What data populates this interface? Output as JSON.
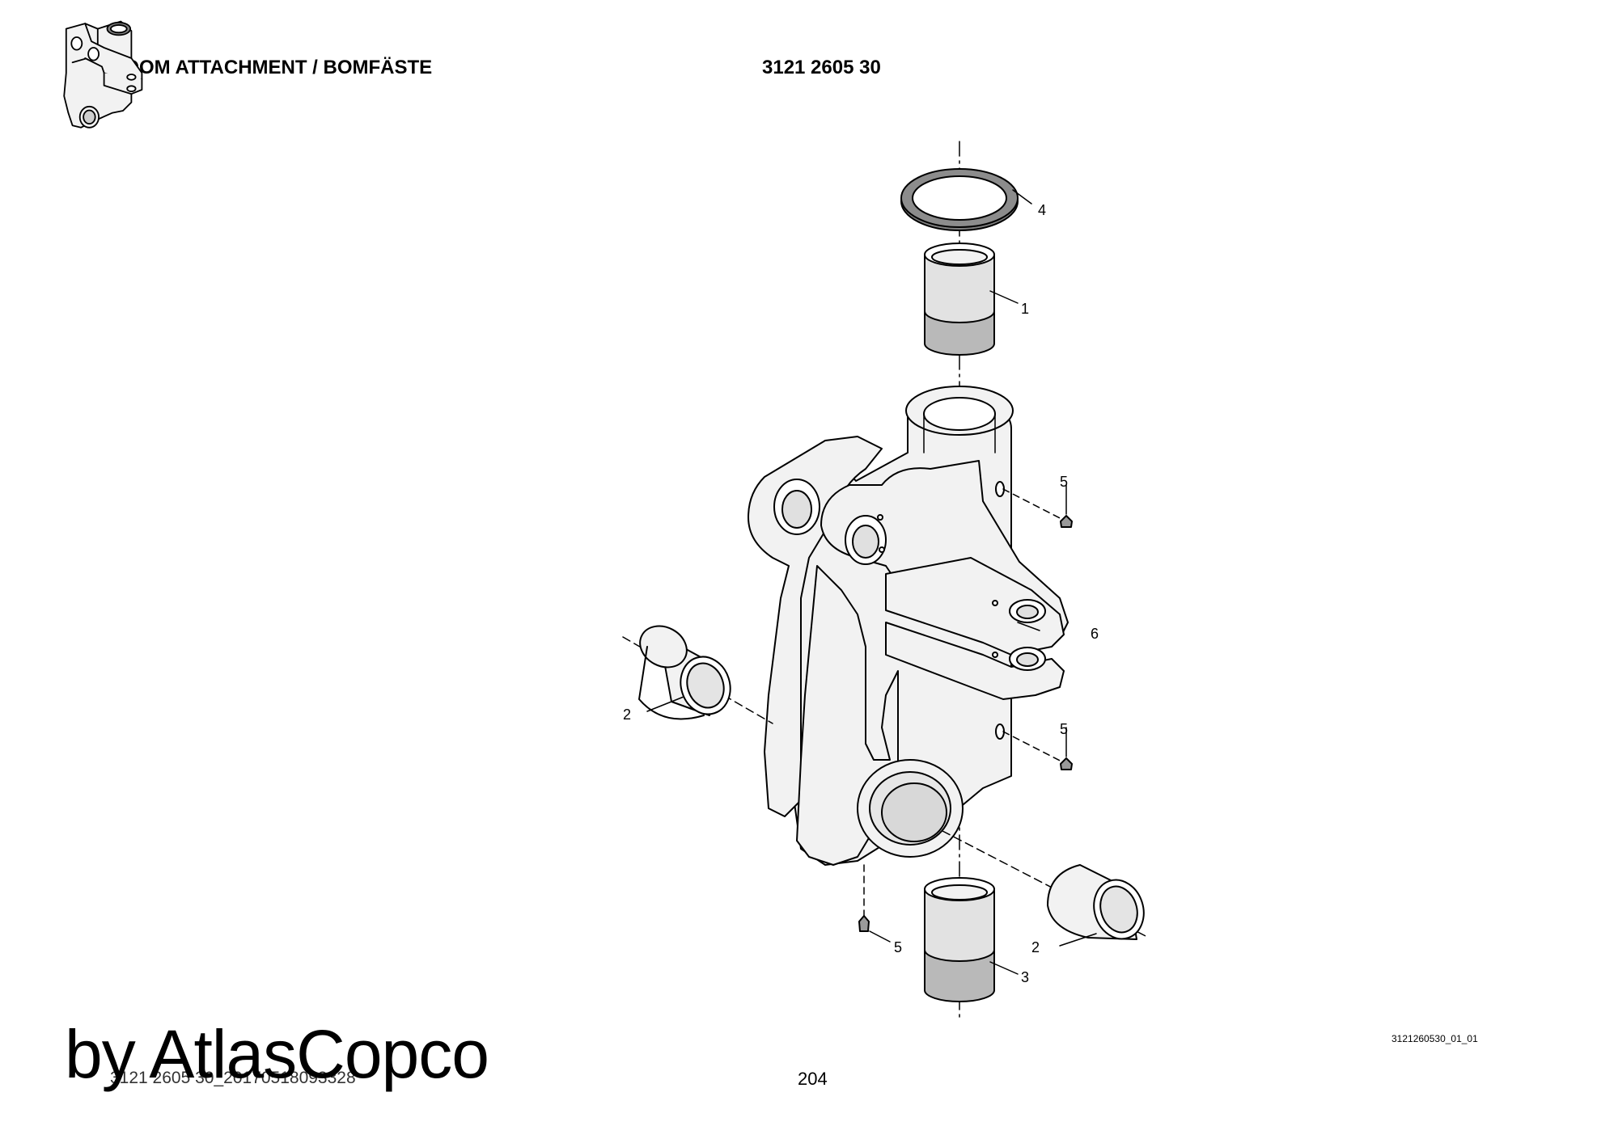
{
  "header": {
    "title": "BOOM ATTACHMENT / BOMFÄSTE",
    "part_number": "3121 2605 30"
  },
  "figure": {
    "callouts": {
      "c1": "1",
      "c2a": "2",
      "c2b": "2",
      "c3": "3",
      "c4": "4",
      "c5a": "5",
      "c5b": "5",
      "c5c": "5",
      "c6": "6"
    },
    "reference": "3121260530_01_01"
  },
  "footer": {
    "filename": "3121 2605 30_20170518093328",
    "page_number": "204"
  },
  "watermark": "by AtlasCopco",
  "colors": {
    "line": "#000000",
    "part_fill": "#f2f2f2",
    "bushing_shade": "#b9b9b9",
    "seal_shade": "#808080"
  }
}
